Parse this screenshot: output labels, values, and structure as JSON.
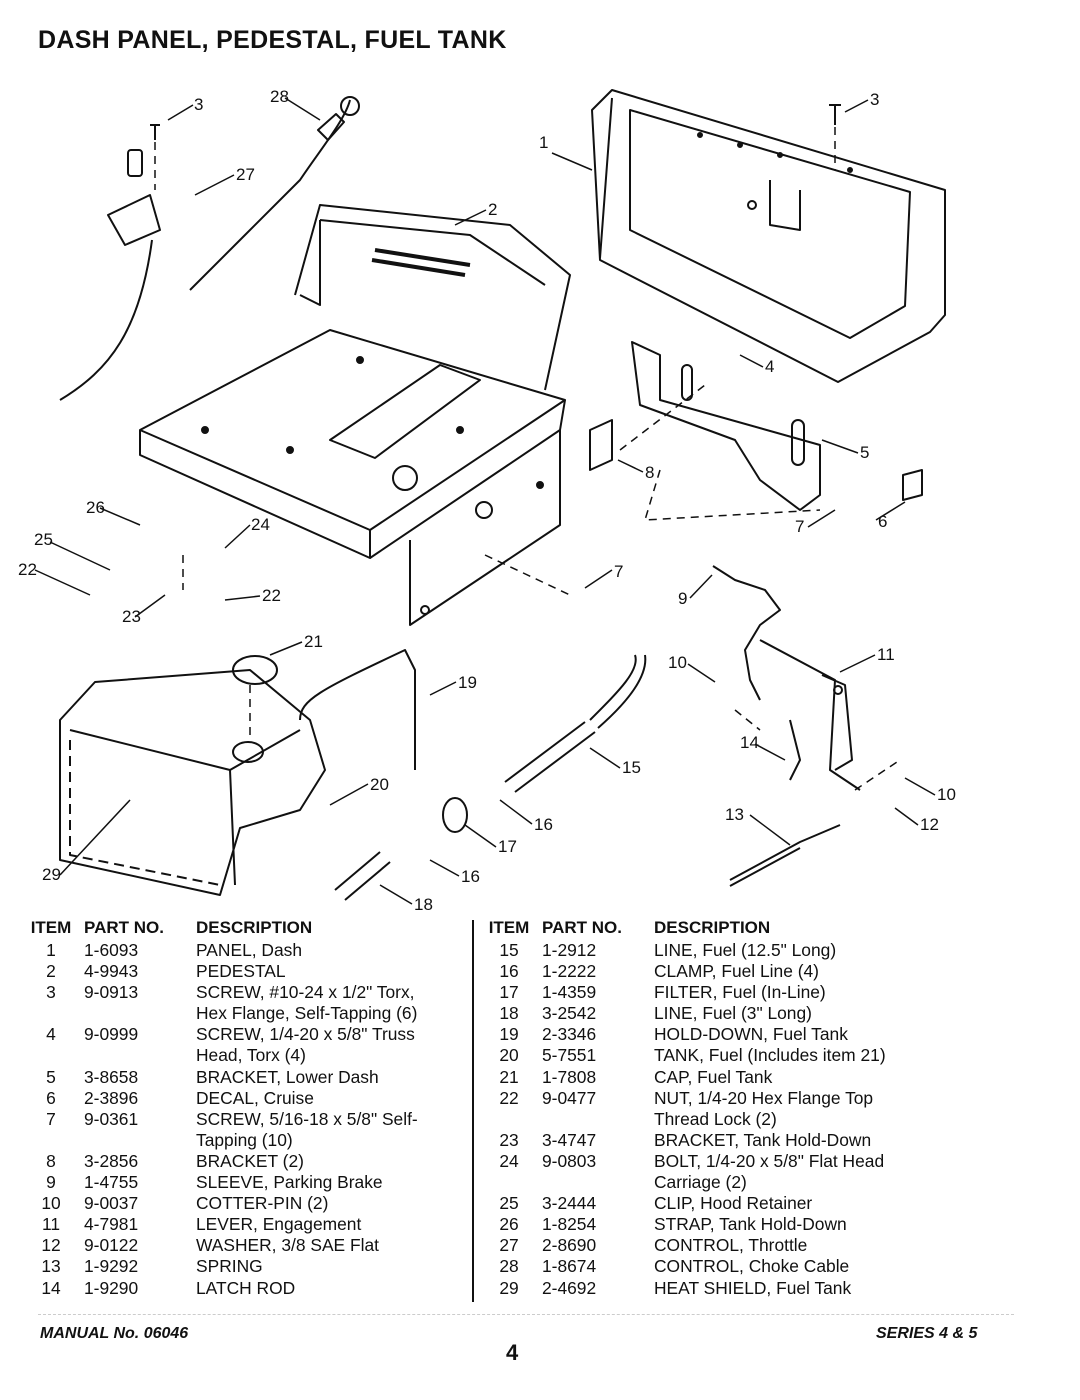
{
  "title": "DASH PANEL, PEDESTAL, FUEL TANK",
  "callouts": [
    "1",
    "2",
    "3",
    "3",
    "4",
    "5",
    "6",
    "7",
    "7",
    "8",
    "9",
    "10",
    "10",
    "11",
    "12",
    "13",
    "14",
    "15",
    "16",
    "16",
    "17",
    "18",
    "19",
    "20",
    "21",
    "22",
    "22",
    "23",
    "24",
    "25",
    "26",
    "27",
    "28",
    "29"
  ],
  "headers": {
    "item": "ITEM",
    "part": "PART NO.",
    "desc": "DESCRIPTION"
  },
  "left_rows": [
    {
      "item": "1",
      "part": "1-6093",
      "desc": "PANEL, Dash"
    },
    {
      "item": "2",
      "part": "4-9943",
      "desc": "PEDESTAL"
    },
    {
      "item": "3",
      "part": "9-0913",
      "desc": "SCREW, #10-24 x 1/2\" Torx,"
    },
    {
      "item": "",
      "part": "",
      "desc": "Hex Flange, Self-Tapping (6)"
    },
    {
      "item": "4",
      "part": "9-0999",
      "desc": "SCREW, 1/4-20 x 5/8\" Truss"
    },
    {
      "item": "",
      "part": "",
      "desc": "Head, Torx (4)"
    },
    {
      "item": "5",
      "part": "3-8658",
      "desc": "BRACKET, Lower Dash"
    },
    {
      "item": "6",
      "part": "2-3896",
      "desc": "DECAL, Cruise"
    },
    {
      "item": "7",
      "part": "9-0361",
      "desc": "SCREW, 5/16-18 x 5/8\" Self-"
    },
    {
      "item": "",
      "part": "",
      "desc": "Tapping (10)"
    },
    {
      "item": "8",
      "part": "3-2856",
      "desc": "BRACKET (2)"
    },
    {
      "item": "9",
      "part": "1-4755",
      "desc": "SLEEVE, Parking Brake"
    },
    {
      "item": "10",
      "part": "9-0037",
      "desc": "COTTER-PIN (2)"
    },
    {
      "item": "11",
      "part": "4-7981",
      "desc": "LEVER, Engagement"
    },
    {
      "item": "12",
      "part": "9-0122",
      "desc": "WASHER, 3/8 SAE Flat"
    },
    {
      "item": "13",
      "part": "1-9292",
      "desc": "SPRING"
    },
    {
      "item": "14",
      "part": "1-9290",
      "desc": "LATCH ROD"
    }
  ],
  "right_rows": [
    {
      "item": "15",
      "part": "1-2912",
      "desc": "LINE, Fuel (12.5\" Long)"
    },
    {
      "item": "16",
      "part": "1-2222",
      "desc": "CLAMP, Fuel Line (4)"
    },
    {
      "item": "17",
      "part": "1-4359",
      "desc": "FILTER, Fuel (In-Line)"
    },
    {
      "item": "18",
      "part": "3-2542",
      "desc": "LINE, Fuel (3\" Long)"
    },
    {
      "item": "19",
      "part": "2-3346",
      "desc": "HOLD-DOWN, Fuel Tank"
    },
    {
      "item": "20",
      "part": "5-7551",
      "desc": "TANK, Fuel (Includes item 21)"
    },
    {
      "item": "21",
      "part": "1-7808",
      "desc": "CAP, Fuel Tank"
    },
    {
      "item": "22",
      "part": "9-0477",
      "desc": "NUT, 1/4-20 Hex Flange Top"
    },
    {
      "item": "",
      "part": "",
      "desc": "Thread Lock (2)"
    },
    {
      "item": "23",
      "part": "3-4747",
      "desc": "BRACKET, Tank Hold-Down"
    },
    {
      "item": "24",
      "part": "9-0803",
      "desc": "BOLT, 1/4-20 x 5/8\" Flat Head"
    },
    {
      "item": "",
      "part": "",
      "desc": "Carriage (2)"
    },
    {
      "item": "25",
      "part": "3-2444",
      "desc": "CLIP, Hood Retainer"
    },
    {
      "item": "26",
      "part": "1-8254",
      "desc": "STRAP, Tank Hold-Down"
    },
    {
      "item": "27",
      "part": "2-8690",
      "desc": "CONTROL, Throttle"
    },
    {
      "item": "28",
      "part": "1-8674",
      "desc": "CONTROL, Choke Cable"
    },
    {
      "item": "29",
      "part": "2-4692",
      "desc": "HEAT SHIELD, Fuel Tank"
    }
  ],
  "footer": {
    "manual": "MANUAL No. 06046",
    "page": "4",
    "series": "SERIES 4 & 5"
  }
}
